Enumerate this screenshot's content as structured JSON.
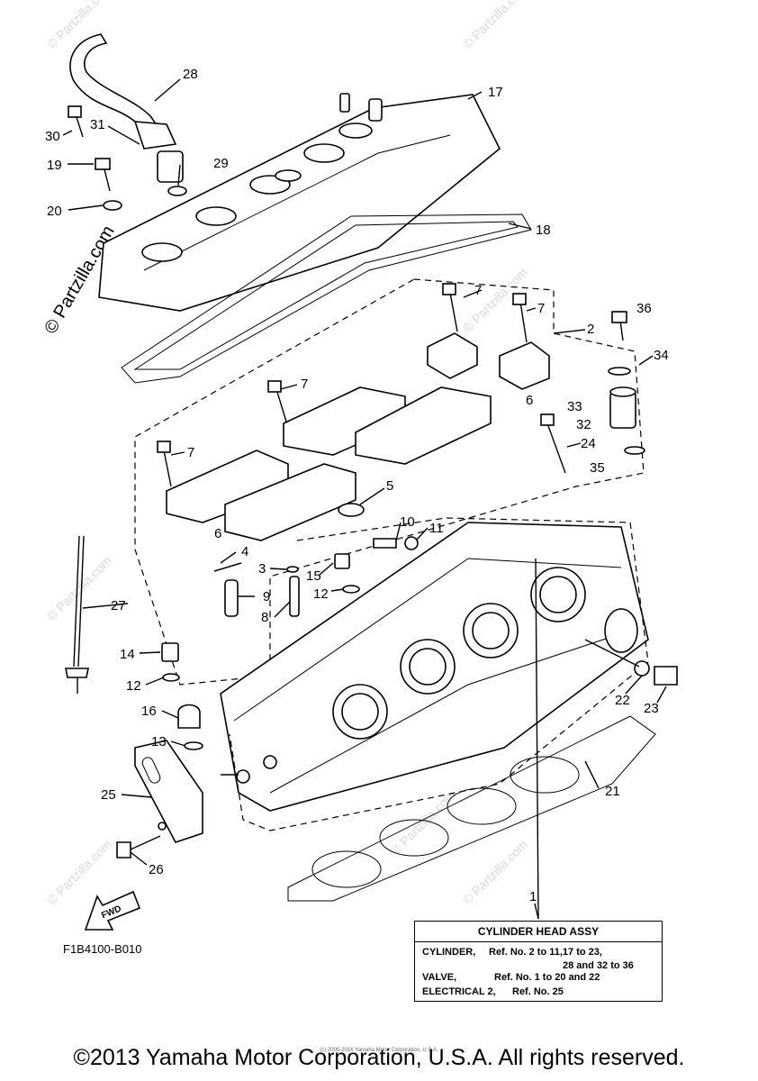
{
  "watermark": {
    "brand": "© Partzilla.com"
  },
  "callouts": [
    {
      "id": "1",
      "text": "1"
    },
    {
      "id": "2",
      "text": "2"
    },
    {
      "id": "3",
      "text": "3"
    },
    {
      "id": "4",
      "text": "4"
    },
    {
      "id": "5",
      "text": "5"
    },
    {
      "id": "6a",
      "text": "6"
    },
    {
      "id": "6b",
      "text": "6"
    },
    {
      "id": "7a",
      "text": "7"
    },
    {
      "id": "7b",
      "text": "7"
    },
    {
      "id": "7c",
      "text": "7"
    },
    {
      "id": "7d",
      "text": "7"
    },
    {
      "id": "8",
      "text": "8"
    },
    {
      "id": "9",
      "text": "9"
    },
    {
      "id": "10",
      "text": "10"
    },
    {
      "id": "11",
      "text": "11"
    },
    {
      "id": "12a",
      "text": "12"
    },
    {
      "id": "12b",
      "text": "12"
    },
    {
      "id": "13",
      "text": "13"
    },
    {
      "id": "14",
      "text": "14"
    },
    {
      "id": "15",
      "text": "15"
    },
    {
      "id": "16",
      "text": "16"
    },
    {
      "id": "17",
      "text": "17"
    },
    {
      "id": "18",
      "text": "18"
    },
    {
      "id": "19",
      "text": "19"
    },
    {
      "id": "20",
      "text": "20"
    },
    {
      "id": "21",
      "text": "21"
    },
    {
      "id": "22",
      "text": "22"
    },
    {
      "id": "23",
      "text": "23"
    },
    {
      "id": "24",
      "text": "24"
    },
    {
      "id": "25",
      "text": "25"
    },
    {
      "id": "26",
      "text": "26"
    },
    {
      "id": "27",
      "text": "27"
    },
    {
      "id": "28",
      "text": "28"
    },
    {
      "id": "29",
      "text": "29"
    },
    {
      "id": "30",
      "text": "30"
    },
    {
      "id": "31",
      "text": "31"
    },
    {
      "id": "32",
      "text": "32"
    },
    {
      "id": "33",
      "text": "33"
    },
    {
      "id": "34",
      "text": "34"
    },
    {
      "id": "35",
      "text": "35"
    },
    {
      "id": "36",
      "text": "36"
    }
  ],
  "fwd_label": "FWD",
  "assy_table": {
    "title": "CYLINDER HEAD ASSY",
    "rows": [
      {
        "label": "CYLINDER,",
        "ref": "Ref. No. 2 to 11,17 to 23,"
      },
      {
        "label": "",
        "ref": "28 and 32 to 36"
      },
      {
        "label": "VALVE,",
        "ref": "Ref. No. 1 to 20 and 22"
      },
      {
        "label": "ELECTRICAL 2,",
        "ref": "Ref. No. 25"
      }
    ]
  },
  "drawing_code": "F1B4100-B010",
  "small_copyright": "(c) 2005-2016 Yamaha Motor Corporation, U.S.A.",
  "copyright": "©2013 Yamaha Motor Corporation, U.S.A. All rights reserved."
}
